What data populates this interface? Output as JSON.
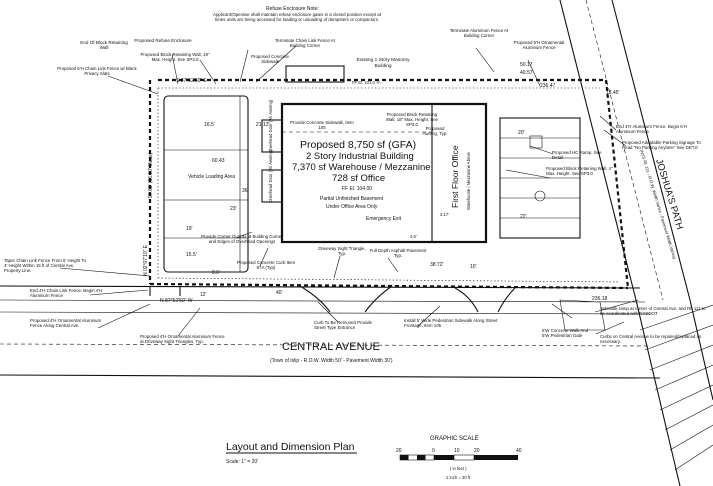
{
  "plan": {
    "title": "Layout and Dimension Plan",
    "scale": "Scale:  1\" = 20'",
    "graphic_scale": {
      "label": "GRAPHIC SCALE",
      "ticks": [
        "20",
        "0",
        "10",
        "20",
        "40"
      ],
      "unit": "( in feet )",
      "ratio": "1 inch = 20 ft."
    }
  },
  "streets": {
    "central_avenue": "CENTRAL AVENUE",
    "central_avenue_sub": "(Town of Islip - R.O.W. Width 50' - Pavement Width 30')",
    "joshuas_path": "JOSHUA'S PATH",
    "route_label": "(NYS Rt. 111 - R.O.W. Width Varies - Pavement Width Varies)"
  },
  "building": {
    "existing": "Existing 1 Story Masonry Building",
    "existing_ff": "FF El. 101.0 +/-",
    "proposed_area": "Proposed 8,750 sf (GFA)",
    "proposed_type": "2 Story Industrial Building",
    "warehouse": "7,370 sf Warehouse / Mezzanine",
    "office": "728 sf Office",
    "ff": "FF El. 104.00",
    "basement": "Partial Unfinished Basement",
    "basement_note": "Under Office Area Only",
    "first_floor_office": "First Floor Office",
    "mezzanine_note": "Warehouse / Mezzanine Above",
    "emergency_exit": "Emergency Exit",
    "loading": "Vehicle Loading Area",
    "overhead_door_1": "Overhead Door (W/ Awning)",
    "overhead_door_2": "Overhead Door (W/ Awning)"
  },
  "notes": {
    "refuse_title": "Refuse Enclosure Note:",
    "refuse_body": "Applicant/Operator shall maintain refuse enclosure gates in a closed position except at times units are being accessed for loading or unloading of dumpsters or compactors.",
    "refuse_enclosure": "Proposed Refuse Enclosure",
    "chain_link_corner": "Terminate Chain Link Fence At Building Corner",
    "terminate_aluminum": "Terminate Aluminum Fence At Building Corner",
    "ornamental_6": "Proposed 6'H Ornamental Aluminum Fence",
    "end_of_block": "End Of Block Retaining Wall",
    "chain_link_privacy": "Proposed 6'H Chain Link Fence w/ Black Privacy Slats",
    "block_wall_top": "Proposed Block Retaining Wall, 18\" Max. Height. See SP3.0",
    "concrete_sidewalk_top": "Proposed Concrete Sidewalk",
    "concrete_sidewalk_105": "Provide Concrete Sidewalk, Item 105",
    "block_wall_right": "Proposed Block Retaining Wall, 18\" Max. Height. See SP3.0",
    "awning": "Proposed Awning, Typ.",
    "end_aluminum": "End 4'H Aluminum Fence. Begin 6'H Aluminum Fence",
    "ada_signage": "Proposed Adaptable Parking Signage To Read \"No Parking Anytime\" See DET.0",
    "hc_ramp": "Proposed HC Ramp. See Detail",
    "block_wall_4": "Proposed Block Retaining Wall, 4\" Max. Height. See SP3.0",
    "corner_guards": "Provide Corner Guards at Building Corner and Edges of Overhead Openings",
    "curb_97a": "Proposed Concrete Curb Item 97A (Typ)",
    "sight_triangle": "Driveway Sight Triangle, Typ.",
    "full_depth": "Full Depth Asphalt Pavement Typ.",
    "taper_fence": "Taper Chain Link Fence From 6' Height To 4' Height Within 15 ft of Central Ave. Property Line.",
    "end_chain_link": "End 4'H Chain Link Fence. Begin 4'H Aluminum Fence",
    "ornamental_4_central": "Proposed 4'H Ornamental Aluminum Fence Along Central Ave.",
    "ornamental_4_sight": "Proposed 4'H Ornamental Aluminum Fence at Driveway Sight Triangles, Typ.",
    "curb_removed": "Curb To Be Removed Provide Street Type Entrance",
    "install_sidewalk": "Install 5' Wide Pedestrian Sidewalk Along Street Frontage, Item 105",
    "ramp_note": "Sidewalk ramp at corner of Central Ave. and Rt. 111 to be coordinated with NYSDOT",
    "walk_note": "5'W Concrete Walk And 5'W Pedestrian Gate",
    "curbs_note": "Curbs on Central Avenue to be repaired/replaced as necessary."
  },
  "dimensions": {
    "bearing_top": "S 87°52'50\" E",
    "bearing_bottom": "N 87°52'50\" W",
    "left_bearing": "N 02°07'10\" E",
    "left_width": "97.65' (96.00' Meas)",
    "top_length": "236.47",
    "bottom_length": "236.18",
    "d_50_17": "50.17",
    "d_40_57": "40.57",
    "d_60_43": "60.43",
    "d_36": "36'",
    "d_23": "23'",
    "d_38_72": "38.72'",
    "d_16_5": "16.5'",
    "d_21_13": "21.13'",
    "d_20": "20'",
    "d_19": "19'",
    "d_15_5": "15.5'",
    "d_8_6": "8.6'",
    "d_12": "12'",
    "d_40": "40'",
    "d_18_45": "18.45'",
    "d_3_17": "3.17'",
    "d_22": "22'",
    "d_10": "10'",
    "d_4_5": "4.5'"
  }
}
